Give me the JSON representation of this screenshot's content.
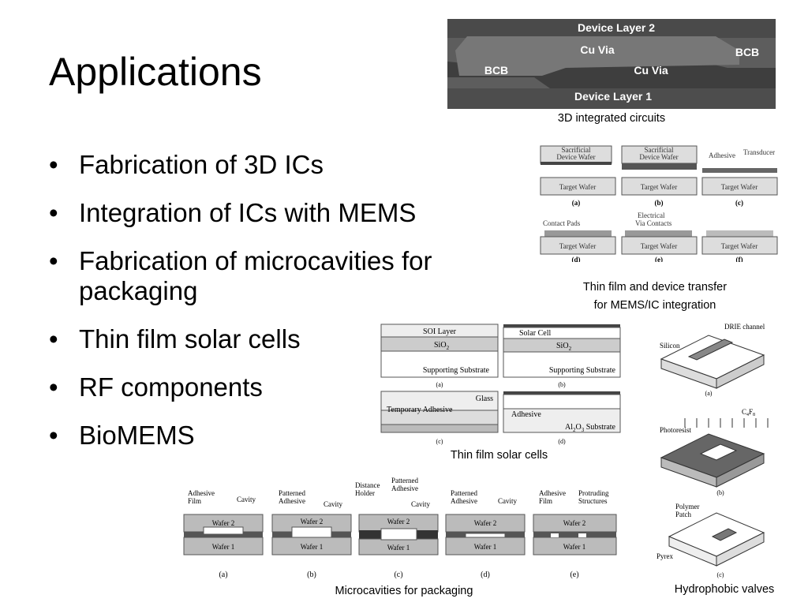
{
  "slide": {
    "title": "Applications",
    "bullets": [
      "Fabrication of 3D ICs",
      "Integration of ICs with MEMS",
      "Fabrication of microcavities for packaging",
      "Thin film solar cells",
      "RF components",
      "BioMEMS"
    ]
  },
  "fig_3dic": {
    "labels": {
      "top": "Device Layer 2",
      "via_top": "Cu Via",
      "bcb_right": "BCB",
      "bcb_left": "BCB",
      "via_bottom": "Cu Via",
      "bottom": "Device Layer 1"
    },
    "caption": "3D integrated circuits"
  },
  "fig_transfer": {
    "labels": {
      "sac1": "Sacrificial",
      "dev1": "Device Wafer",
      "sac2": "Sacrificial",
      "dev2": "Device Wafer",
      "adhesive": "Adhesive",
      "transducer": "Transducer",
      "target": "Target Wafer",
      "contact_pads": "Contact Pads",
      "electrical": "Electrical",
      "via_contacts": "Via Contacts"
    },
    "panels": [
      "(a)",
      "(b)",
      "(c)",
      "(d)",
      "(e)",
      "(f)"
    ],
    "caption_line1": "Thin film and device transfer",
    "caption_line2": "for MEMS/IC integration"
  },
  "fig_solar": {
    "labels": {
      "soi": "SOI Layer",
      "solar_cell": "Solar Cell",
      "sio2": "SiO",
      "sio2_sub": "2",
      "support": "Supporting Substrate",
      "glass": "Glass",
      "temp_adhesive": "Temporary Adhesive",
      "adhesive": "Adhesive",
      "al2o3_a": "Al",
      "al2o3_sub1": "2",
      "al2o3_b": "O",
      "al2o3_sub2": "3",
      "al2o3_c": " Substrate"
    },
    "panels": [
      "(a)",
      "(b)",
      "(c)",
      "(d)"
    ],
    "caption": "Thin film solar cells"
  },
  "fig_valves": {
    "labels": {
      "drie": "DRIE channel",
      "silicon": "Silicon",
      "c4f8": "C",
      "c4f8_sub1": "4",
      "c4f8_f": "F",
      "c4f8_sub2": "8",
      "photoresist": "Photoresist",
      "polymer": "Polymer",
      "patch": "Patch",
      "pyrex": "Pyrex"
    },
    "panels": [
      "(a)",
      "(b)",
      "(c)"
    ],
    "caption": "Hydrophobic valves"
  },
  "fig_cavities": {
    "labels": {
      "adhesive": "Adhesive",
      "film": "Film",
      "cavity": "Cavity",
      "patterned": "Patterned",
      "adhesive2": "Adhesive",
      "distance": "Distance",
      "holder": "Holder",
      "protruding": "Protruding",
      "structures": "Structures",
      "wafer2": "Wafer 2",
      "wafer1": "Wafer 1"
    },
    "panels": [
      "(a)",
      "(b)",
      "(c)",
      "(d)",
      "(e)"
    ],
    "caption": "Microcavities for packaging"
  }
}
